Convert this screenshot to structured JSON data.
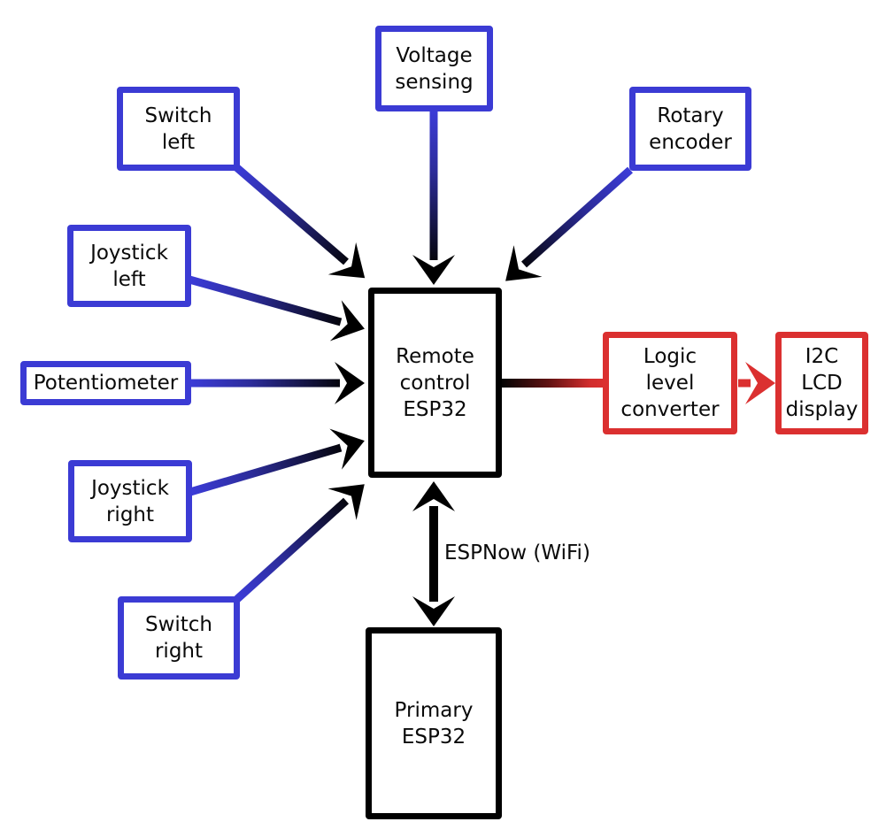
{
  "diagram": {
    "colors": {
      "input_accent": "#3b3bd4",
      "output_accent": "#db3030",
      "core_accent": "#000000",
      "text": "#0a0a0a",
      "background": "#ffffff"
    },
    "nodes": {
      "switch_left": {
        "label": "Switch\nleft",
        "type": "input"
      },
      "voltage_sensing": {
        "label": "Voltage\nsensing",
        "type": "input"
      },
      "rotary_encoder": {
        "label": "Rotary\nencoder",
        "type": "input"
      },
      "joystick_left": {
        "label": "Joystick\nleft",
        "type": "input"
      },
      "potentiometer": {
        "label": "Potentiometer",
        "type": "input"
      },
      "joystick_right": {
        "label": "Joystick\nright",
        "type": "input"
      },
      "switch_right": {
        "label": "Switch\nright",
        "type": "input"
      },
      "remote_esp32": {
        "label": "Remote\ncontrol\nESP32",
        "type": "core"
      },
      "logic_level": {
        "label": "Logic\nlevel\nconverter",
        "type": "output"
      },
      "i2c_lcd": {
        "label": "I2C\nLCD\ndisplay",
        "type": "output"
      },
      "primary_esp32": {
        "label": "Primary\nESP32",
        "type": "core"
      }
    },
    "labels": {
      "espnow": "ESPNow (WiFi)"
    },
    "connections": [
      {
        "from": "Switch left",
        "to": "Remote control ESP32",
        "arrow": "blue-to-black"
      },
      {
        "from": "Voltage sensing",
        "to": "Remote control ESP32",
        "arrow": "blue-to-black"
      },
      {
        "from": "Rotary encoder",
        "to": "Remote control ESP32",
        "arrow": "blue-to-black"
      },
      {
        "from": "Joystick left",
        "to": "Remote control ESP32",
        "arrow": "blue-to-black"
      },
      {
        "from": "Potentiometer",
        "to": "Remote control ESP32",
        "arrow": "blue-to-black"
      },
      {
        "from": "Joystick right",
        "to": "Remote control ESP32",
        "arrow": "blue-to-black"
      },
      {
        "from": "Switch right",
        "to": "Remote control ESP32",
        "arrow": "blue-to-black"
      },
      {
        "from": "Remote control ESP32",
        "to": "Logic level converter",
        "arrow": "black-to-red-line"
      },
      {
        "from": "Logic level converter",
        "to": "I2C LCD display",
        "arrow": "red"
      },
      {
        "from": "Remote control ESP32",
        "to": "Primary ESP32",
        "arrow": "black",
        "bidirectional": true,
        "label": "ESPNow (WiFi)"
      }
    ]
  }
}
